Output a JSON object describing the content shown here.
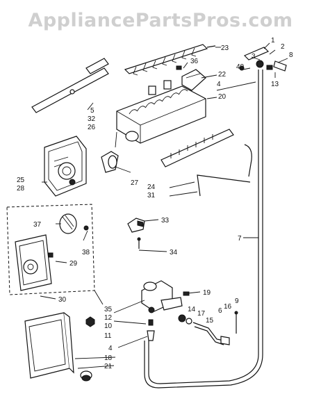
{
  "watermark": "AppliancePartsPros.com",
  "labels": [
    {
      "id": "l1",
      "text": "1"
    },
    {
      "id": "l2",
      "text": "2"
    },
    {
      "id": "l3",
      "text": "3"
    },
    {
      "id": "l8",
      "text": "8"
    },
    {
      "id": "l40",
      "text": "40"
    },
    {
      "id": "l13",
      "text": "13"
    },
    {
      "id": "l23",
      "text": "23"
    },
    {
      "id": "l36",
      "text": "36"
    },
    {
      "id": "l22",
      "text": "22"
    },
    {
      "id": "l4a",
      "text": "4"
    },
    {
      "id": "l20",
      "text": "20"
    },
    {
      "id": "l5",
      "text": "5"
    },
    {
      "id": "l32",
      "text": "32"
    },
    {
      "id": "l26",
      "text": "26"
    },
    {
      "id": "l27",
      "text": "27"
    },
    {
      "id": "l25",
      "text": "25"
    },
    {
      "id": "l28",
      "text": "28"
    },
    {
      "id": "l24",
      "text": "24"
    },
    {
      "id": "l31",
      "text": "31"
    },
    {
      "id": "l37",
      "text": "37"
    },
    {
      "id": "l33",
      "text": "33"
    },
    {
      "id": "l7",
      "text": "7"
    },
    {
      "id": "l38",
      "text": "38"
    },
    {
      "id": "l29",
      "text": "29"
    },
    {
      "id": "l34",
      "text": "34"
    },
    {
      "id": "l30",
      "text": "30"
    },
    {
      "id": "l35",
      "text": "35"
    },
    {
      "id": "l19",
      "text": "19"
    },
    {
      "id": "l12",
      "text": "12"
    },
    {
      "id": "l14",
      "text": "14"
    },
    {
      "id": "l17",
      "text": "17"
    },
    {
      "id": "l6",
      "text": "6"
    },
    {
      "id": "l16",
      "text": "16"
    },
    {
      "id": "l9",
      "text": "9"
    },
    {
      "id": "l10",
      "text": "10"
    },
    {
      "id": "l11",
      "text": "11"
    },
    {
      "id": "l15",
      "text": "15"
    },
    {
      "id": "l4b",
      "text": "4"
    },
    {
      "id": "l18",
      "text": "18"
    },
    {
      "id": "l21",
      "text": "21"
    }
  ]
}
